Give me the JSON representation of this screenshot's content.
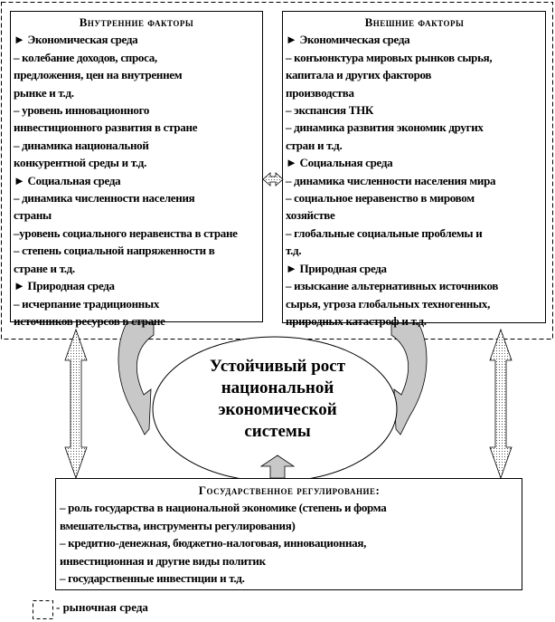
{
  "internal": {
    "title": "Внутренние факторы",
    "lines": [
      "► Экономическая среда",
      "– колебание доходов, спроса,",
      "предложения, цен на внутреннем",
      "рынке и т.д.",
      "– уровень инновационного",
      "инвестиционного развития в стране",
      "– динамика национальной",
      "конкурентной среды и т.д.",
      "► Социальная среда",
      "– динамика численности населения",
      "страны",
      "–уровень социального неравенства в стране",
      "– степень социальной напряженности в",
      "стране и т.д.",
      "► Природная среда",
      "– исчерпание традиционных",
      "источников ресурсов в стране"
    ]
  },
  "external": {
    "title": "Внешние факторы",
    "lines": [
      "► Экономическая среда",
      "– конъюнктура мировых рынков сырья,",
      "капитала и других факторов",
      "производства",
      "– экспансия ТНК",
      "– динамика развития экономик других",
      "стран и т.д.",
      "► Социальная среда",
      "– динамика численности населения мира",
      "– социальное неравенство в мировом",
      "хозяйстве",
      "– глобальные социальные проблемы и",
      "т.д.",
      "► Природная среда",
      "– изыскание альтернативных источников",
      "сырья, угроза глобальных техногенных,",
      "природных катастроф и т.д."
    ]
  },
  "center": {
    "lines": [
      "Устойчивый рост",
      "национальной",
      "экономической",
      "системы"
    ]
  },
  "government": {
    "title": "Государственное регулирование:",
    "lines": [
      "– роль государства в национальной экономике (степень и форма",
      "вмешательства, инструменты регулирования)",
      "– кредитно-денежная, бюджетно-налоговая, инновационная,",
      "инвестиционная и другие виды политик",
      "– государственные инвестиции и т.д."
    ]
  },
  "legend": {
    "label": "- рыночная среда"
  },
  "colors": {
    "arrow_fill": "#c8c8c8"
  }
}
